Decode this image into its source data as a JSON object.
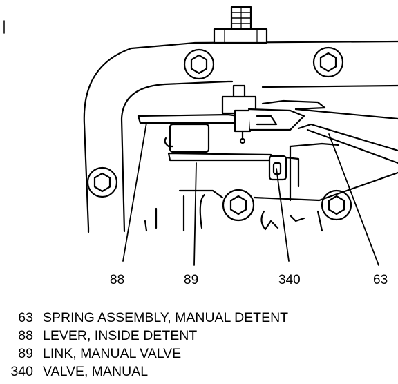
{
  "diagram": {
    "callouts": [
      {
        "id": "88",
        "label": "88"
      },
      {
        "id": "89",
        "label": "89"
      },
      {
        "id": "340",
        "label": "340"
      },
      {
        "id": "63",
        "label": "63"
      }
    ]
  },
  "legend": {
    "items": [
      {
        "number": "63",
        "description": "SPRING ASSEMBLY, MANUAL DETENT"
      },
      {
        "number": "88",
        "description": "LEVER, INSIDE DETENT"
      },
      {
        "number": "89",
        "description": "LINK, MANUAL VALVE"
      },
      {
        "number": "340",
        "description": "VALVE, MANUAL"
      }
    ]
  }
}
